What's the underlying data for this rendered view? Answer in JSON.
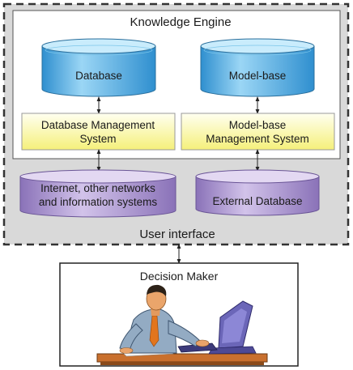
{
  "knowledge_engine": {
    "title": "Knowledge Engine"
  },
  "database": {
    "label": "Database"
  },
  "model_base": {
    "label": "Model-base"
  },
  "dbms": {
    "line1": "Database Management",
    "line2": "System"
  },
  "mbms": {
    "line1": "Model-base",
    "line2": "Management System"
  },
  "internet": {
    "line1": "Internet, other networks",
    "line2": "and information systems"
  },
  "external_db": {
    "label": "External Database"
  },
  "user_interface": {
    "label": "User interface"
  },
  "decision_maker": {
    "title": "Decision Maker"
  },
  "colors": {
    "cylinder_blue_top": "#bfe6fb",
    "cylinder_blue_body": "#52b3e6",
    "cylinder_purple_top": "#ddd0ee",
    "cylinder_purple_body": "#a893cc",
    "box_yellow": "#fbf9a8",
    "panel_grey": "#d9d9d9"
  }
}
